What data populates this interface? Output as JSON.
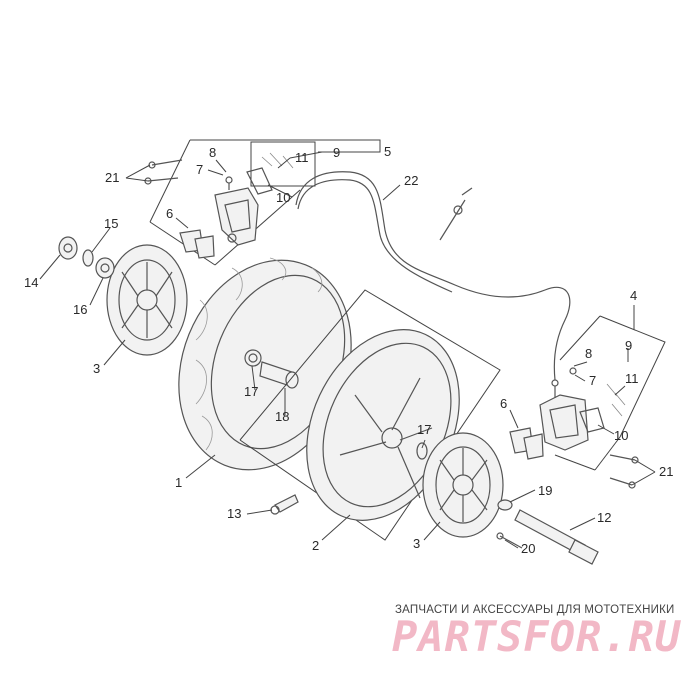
{
  "diagram": {
    "callouts": [
      "1",
      "2",
      "3",
      "4",
      "5",
      "6",
      "7",
      "8",
      "9",
      "10",
      "11",
      "12",
      "13",
      "14",
      "15",
      "16",
      "17",
      "18",
      "19",
      "20",
      "21",
      "22"
    ],
    "labels": {
      "l1": "1",
      "l2": "2",
      "l3a": "3",
      "l3b": "3",
      "l4": "4",
      "l5": "5",
      "l6a": "6",
      "l6b": "6",
      "l7a": "7",
      "l7b": "7",
      "l8a": "8",
      "l8b": "8",
      "l9a": "9",
      "l9b": "9",
      "l10a": "10",
      "l10b": "10",
      "l11a": "11",
      "l11b": "11",
      "l12": "12",
      "l13": "13",
      "l14": "14",
      "l15": "15",
      "l16": "16",
      "l17a": "17",
      "l17b": "17",
      "l18": "18",
      "l19": "19",
      "l20": "20",
      "l21a": "21",
      "l21b": "21",
      "l22": "22"
    }
  },
  "watermark": {
    "tagline": "ЗАПЧАСТИ И АКСЕССУАРЫ ДЛЯ МОТОТЕХНИКИ",
    "logo": "PARTSFOR.RU"
  }
}
